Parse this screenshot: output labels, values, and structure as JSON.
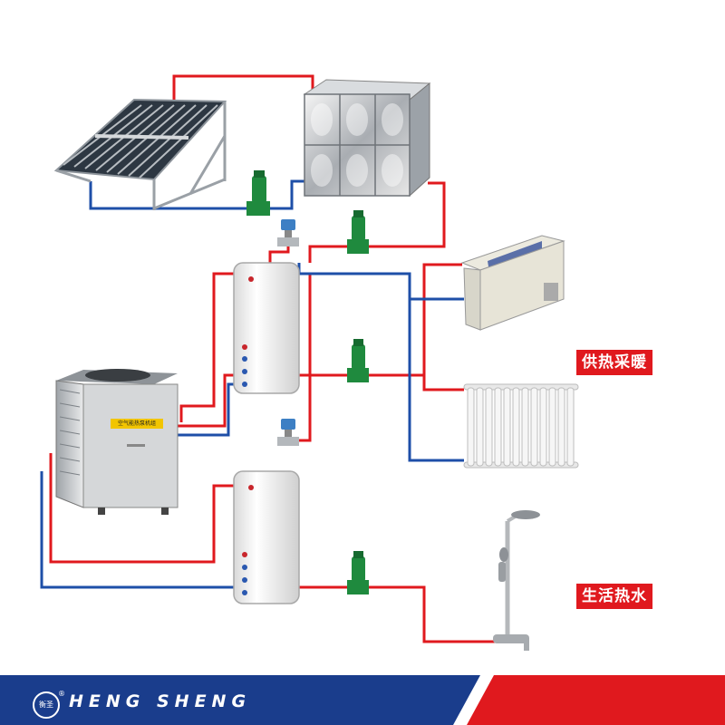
{
  "labels": {
    "heating": "供热采暖",
    "hot_water": "生活热水"
  },
  "heat_pump": {
    "badge_text": "空气能热泵机组"
  },
  "footer": {
    "brand": "HENG SHENG",
    "logo_text": "衡圣",
    "registered": "®"
  },
  "colors": {
    "hot_pipe": "#e0191e",
    "cold_pipe": "#1e4fa8",
    "footer_blue": "#1a3d8c",
    "footer_red": "#e0191e",
    "pump_green": "#1f8a3e"
  }
}
